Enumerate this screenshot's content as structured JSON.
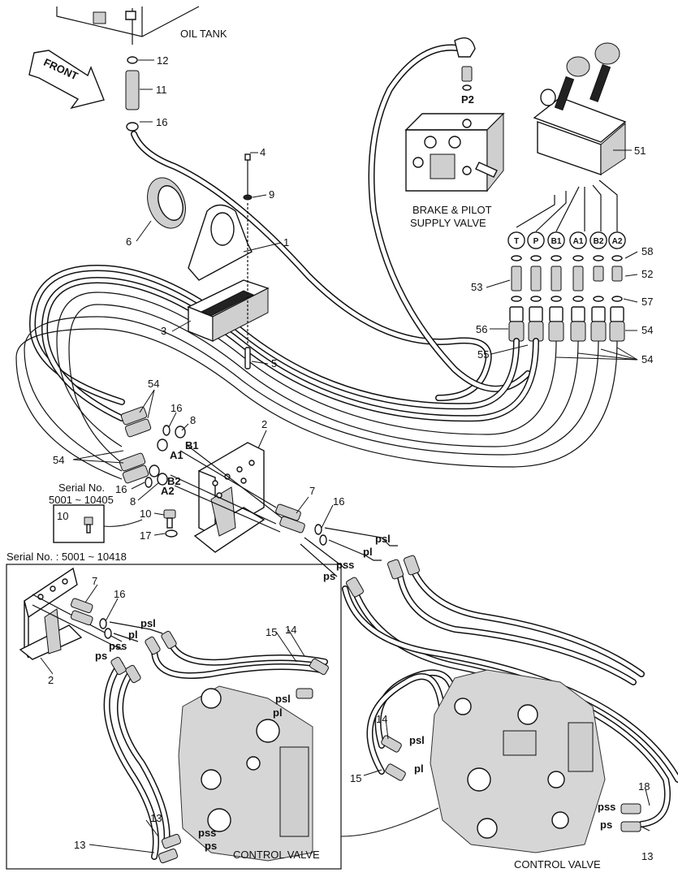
{
  "callouts": {
    "oil_tank": "OIL TANK",
    "front": "FRONT",
    "brake_valve_line1": "BRAKE & PILOT",
    "brake_valve_line2": "SUPPLY VALVE",
    "port_p2": "P2",
    "serial_small_line1": "Serial No.",
    "serial_small_line2": "5001 ~ 10405",
    "serial_inset": "Serial No. : 5001 ~ 10418",
    "control_valve_inset": "CONTROL VALVE",
    "control_valve_main": "CONTROL VALVE"
  },
  "part_numbers": {
    "n1": "1",
    "n2": "2",
    "n2b": "2",
    "n3": "3",
    "n4": "4",
    "n5": "5",
    "n6": "6",
    "n7": "7",
    "n7b": "7",
    "n8": "8",
    "n8b": "8",
    "n9": "9",
    "n10": "10",
    "n10b": "10",
    "n11": "11",
    "n12": "12",
    "n13": "13",
    "n13b": "13",
    "n13c": "13",
    "n14": "14",
    "n14b": "14",
    "n15": "15",
    "n15b": "15",
    "n16": "16",
    "n16b": "16",
    "n16c": "16",
    "n16d": "16",
    "n16e": "16",
    "n17": "17",
    "n18": "18",
    "n51": "51",
    "n52": "52",
    "n53": "53",
    "n54a": "54",
    "n54b": "54",
    "n54c": "54",
    "n54d": "54",
    "n55": "55",
    "n56": "56",
    "n57": "57",
    "n58": "58"
  },
  "joystick_ports": [
    "T",
    "P",
    "B1",
    "A1",
    "B2",
    "A2"
  ],
  "port_labels": {
    "b1": "B1",
    "a1": "A1",
    "b2": "B2",
    "a2": "A2",
    "psl": "psl",
    "pl": "pl",
    "pss": "pss",
    "ps": "ps",
    "psl_b": "psl",
    "pl_b": "pl",
    "pss_b": "pss",
    "ps_b": "ps",
    "psl_c": "psl",
    "pl_c": "pl",
    "psl_d": "psl",
    "pl_d": "pl",
    "pss_d": "pss",
    "ps_d": "ps",
    "pss_e": "pss",
    "ps_e": "ps"
  }
}
